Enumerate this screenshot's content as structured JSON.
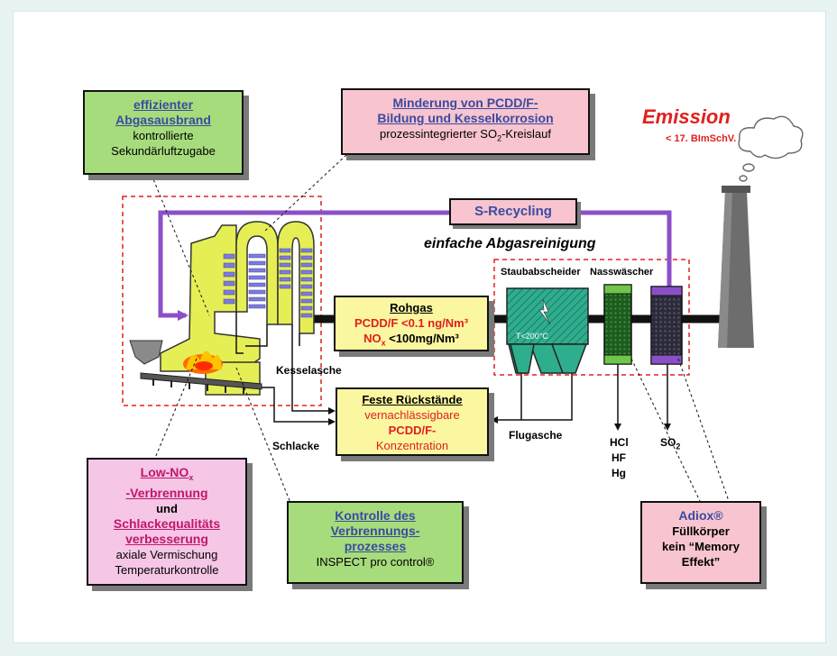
{
  "emission": {
    "title": "Emission",
    "subtitle": "< 17. BImSchV."
  },
  "boxes": {
    "ausbrand": {
      "title_line1": "effizienter",
      "title_line2": "Abgasausbrand",
      "text_line1": "kontrollierte",
      "text_line2": "Sekundärluftzugabe"
    },
    "pcdd": {
      "title_line1": "Minderung von PCDD/F-",
      "title_line2": "Bildung und Kesselkorrosion",
      "text_prefix": "prozessintegrierter SO",
      "text_sub": "2",
      "text_suffix": "-Kreislauf"
    },
    "recycling": {
      "label": "S-Recycling"
    },
    "rohgas": {
      "title": "Rohgas",
      "line1_name": "PCDD/F",
      "line1_value": " <0.1 ng/Nm³",
      "line2_name": "NO",
      "line2_sub": "x",
      "line2_value": " <100mg/Nm³"
    },
    "rueckstaende": {
      "title": "Feste Rückstände",
      "line1": "vernachlässigbare",
      "line2": "PCDD/F-",
      "line3": "Konzentration"
    },
    "lownox": {
      "title_line1_prefix": "Low-NO",
      "title_line1_sub": "x",
      "title_line2": "-Verbrennung",
      "und": "und",
      "title_line3": "Schlackequalitäts",
      "title_line4": "verbesserung",
      "text_line1": "axiale Vermischung",
      "text_line2": "Temperaturkontrolle"
    },
    "kontrolle": {
      "title_line1": "Kontrolle des",
      "title_line2": "Verbrennungs-",
      "title_line3": "prozesses",
      "text": "INSPECT pro control®"
    },
    "adiox": {
      "title": "Adiox®",
      "line1": "Füllkörper",
      "line2": "kein “Memory",
      "line3": "Effekt”"
    }
  },
  "labels": {
    "einfache": "einfache Abgasreinigung",
    "staubabscheider": "Staubabscheider",
    "nasswaescher": "Nasswäscher",
    "temperature": "T<200°C",
    "kesselasche": "Kesselasche",
    "schlacke": "Schlacke",
    "flugasche": "Flugasche",
    "hcl": "HCl",
    "hf": "HF",
    "hg": "Hg",
    "so2_prefix": "SO",
    "so2_sub": "2"
  },
  "colors": {
    "recycle_line": "#8b4fc7",
    "green_box": "#a7dc7c",
    "pink_box": "#f7c4cf",
    "yellow_box": "#fbf7a0",
    "emission_red": "#e0201e",
    "boiler_yellow": "#e6ee55",
    "chimney_gray": "#6d6d6d"
  }
}
